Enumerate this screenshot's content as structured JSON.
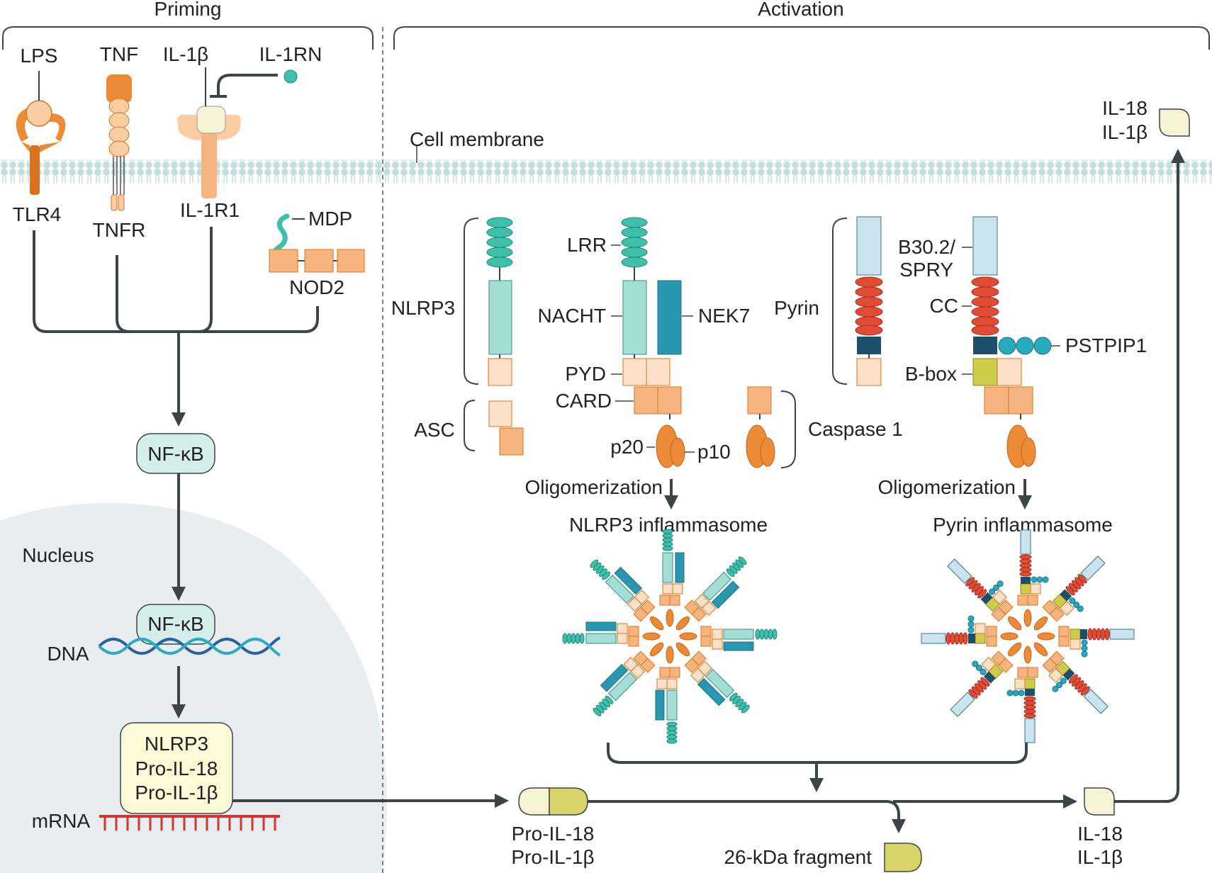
{
  "sections": {
    "priming": "Priming",
    "activation": "Activation"
  },
  "receptors": {
    "lps": "LPS",
    "tlr4": "TLR4",
    "tnf": "TNF",
    "tnfr": "TNFR",
    "il1b": "IL-1β",
    "il1rn": "IL-1RN",
    "il1r1": "IL-1R1",
    "mdp": "MDP",
    "nod2": "NOD2"
  },
  "membrane": "Cell membrane",
  "nucleus": {
    "label": "Nucleus",
    "nfkb_cyto": "NF-κB",
    "nfkb_nuc": "NF-κB",
    "dna": "DNA",
    "mrna": "mRNA",
    "transcripts": [
      "NLRP3",
      "Pro-IL-18",
      "Pro-IL-1β"
    ]
  },
  "nlrp3_domains": {
    "name": "NLRP3",
    "lrr": "LRR",
    "nacht": "NACHT",
    "nek7": "NEK7",
    "pyd": "PYD",
    "card": "CARD",
    "asc": "ASC",
    "p20": "p20",
    "p10": "p10",
    "caspase1": "Caspase 1"
  },
  "pyrin_domains": {
    "name": "Pyrin",
    "b302_line1": "B30.2/",
    "b302_line2": "SPRY",
    "cc": "CC",
    "pstpip1": "PSTPIP1",
    "bbox": "B-box"
  },
  "process": {
    "oligo_left": "Oligomerization",
    "oligo_right": "Oligomerization",
    "nlrp3_inflammasome": "NLRP3 inflammasome",
    "pyrin_inflammasome": "Pyrin inflammasome"
  },
  "products": {
    "pro_il18": "Pro-IL-18",
    "pro_il1b": "Pro-IL-1β",
    "fragment": "26-kDa fragment",
    "il18_bottom": "IL-18",
    "il1b_bottom": "IL-1β",
    "il18_top": "IL-18",
    "il1b_top": "IL-1β"
  },
  "colors": {
    "line": "#3d4447",
    "teal": "#3dbfa9",
    "nacht": "#a3ded4",
    "nek7": "#2a97b0",
    "pyd": "#fde0c8",
    "card": "#f7b47f",
    "caspase": "#ed8a35",
    "orange_dark": "#d9731f",
    "pyrin_b302": "#c9e4ee",
    "pyrin_cc": "#e04b35",
    "pyrin_dark": "#1d4f6b",
    "bbox": "#cfcc4a",
    "pstpip1": "#27a9c0",
    "nfkb": "#d4efeb",
    "transcript_box": "#fdf8d6",
    "mrna": "#d93232",
    "dna_a": "#2c5f9e",
    "dna_b": "#2fa8c4",
    "nucleus": "#e8eef0",
    "membrane": "#c4dedd"
  }
}
